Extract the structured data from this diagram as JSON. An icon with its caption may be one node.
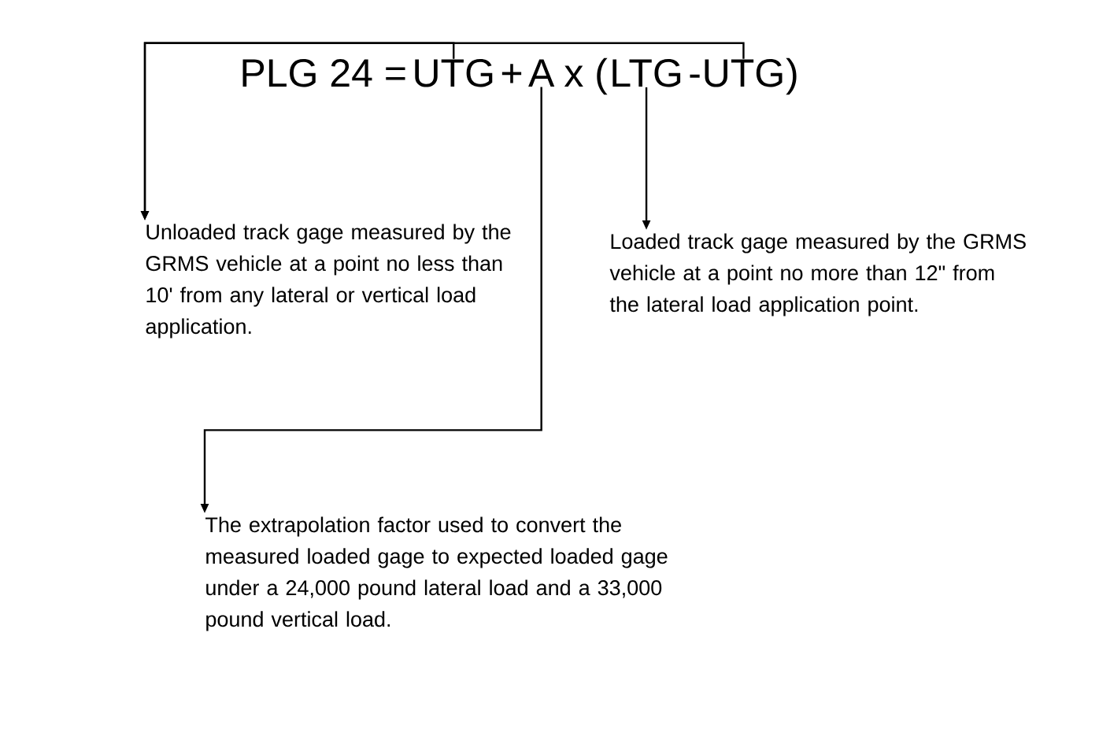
{
  "diagram": {
    "nodes": [
      {
        "text": [
          "UTG"
        ]
      },
      {
        "text": [
          "A"
        ]
      },
      {
        "text": [
          "LTG"
        ]
      },
      {
        "text": [
          "UTG"
        ]
      },
      {
        "text": [
          "Unloaded track gage measured by the GRMS vehicle at a point no less than 10' from any lateral or vertical load application."
        ]
      },
      {
        "text": [
          "Loaded track gage measured by the GRMS vehicle at a point no more than 12\" from the lateral load application point."
        ]
      },
      {
        "text": [
          "The extrapolation factor used to convert the measured loaded gage to expected loaded gage under a 24,000 pound lateral load and a 33,000 pound vertical load."
        ]
      }
    ],
    "edges": [
      {
        "from": 0,
        "to": 4,
        "arrow": "to"
      },
      {
        "from": 3,
        "to": 4,
        "arrow": "to"
      },
      {
        "from": 1,
        "to": 6,
        "arrow": "to"
      },
      {
        "from": 2,
        "to": 5,
        "arrow": "to"
      }
    ],
    "labels": [
      "PLG 24 =",
      "+",
      "x (",
      "-",
      ")"
    ]
  }
}
